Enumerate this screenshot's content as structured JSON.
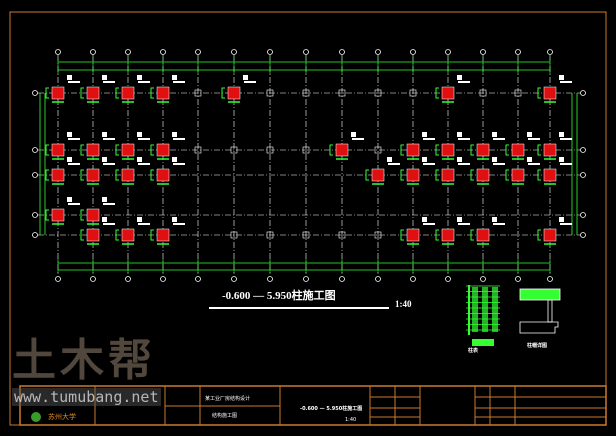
{
  "drawing": {
    "title": "-0.600 — 5.950柱施工图",
    "scale": "1:40",
    "legend_caption": "柱表",
    "detail_caption": "柱帽详图"
  },
  "title_block": {
    "school": "苏州大学",
    "project": "某工业厂房结构设计",
    "sheet_name": "结构施工图",
    "drawing_title": "-0.600 — 5.950柱施工图",
    "scale": "1:40"
  },
  "watermark": {
    "logo": "土木帮",
    "url": "www.tumubang.net"
  },
  "colors": {
    "background": "#000000",
    "grid": "#ffffff",
    "dimension": "#33ff33",
    "column": "#e01010",
    "frame": "#c87a30"
  }
}
